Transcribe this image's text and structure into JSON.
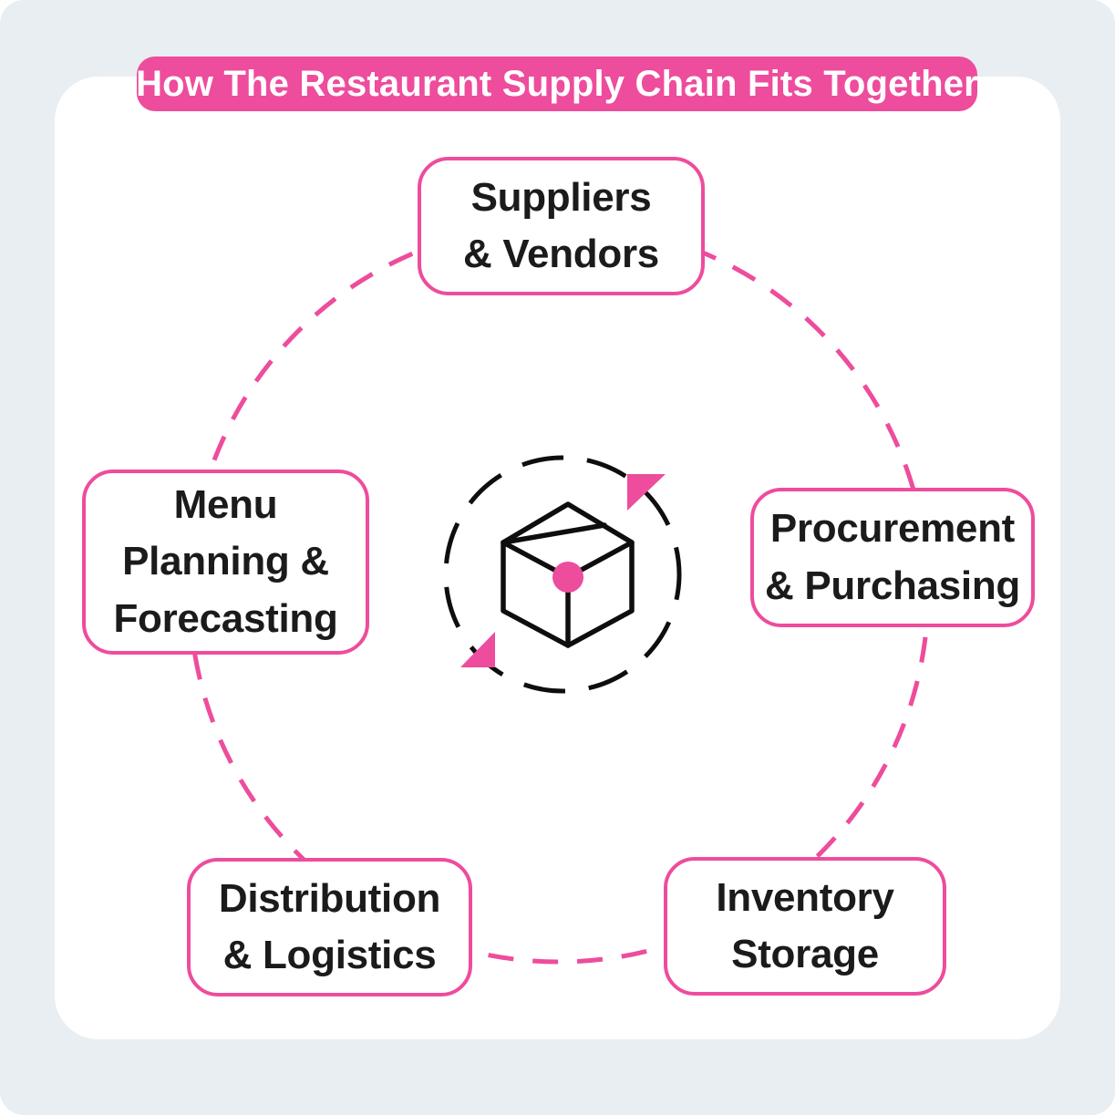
{
  "title": "How The Restaurant Supply Chain Fits Together",
  "center_icon": "package-cycle-icon",
  "nodes": [
    {
      "id": "suppliers-vendors",
      "label": "Suppliers\n& Vendors",
      "position": "top"
    },
    {
      "id": "procurement-purchasing",
      "label": "Procurement\n& Purchasing",
      "position": "right"
    },
    {
      "id": "inventory-storage",
      "label": "Inventory\nStorage",
      "position": "bottom-right"
    },
    {
      "id": "distribution-logistics",
      "label": "Distribution\n& Logistics",
      "position": "bottom-left"
    },
    {
      "id": "menu-planning-forecasting",
      "label": "Menu\nPlanning &\nForecasting",
      "position": "left"
    }
  ],
  "colors": {
    "accent": "#EE4C9C",
    "background": "#E8EEF1",
    "card": "#FFFFFF",
    "text": "#1B1B1B",
    "icon_stroke": "#0E0E0E"
  }
}
